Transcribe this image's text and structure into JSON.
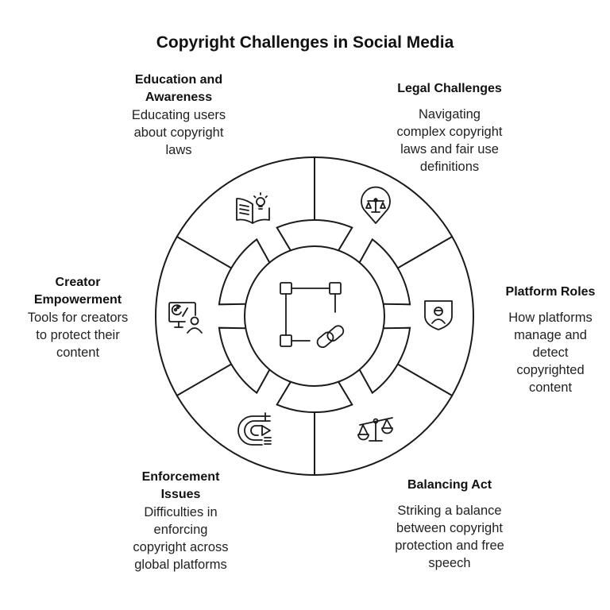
{
  "title": "Copyright Challenges in Social Media",
  "center": {
    "icon": "copyright-link-network-icon"
  },
  "segments": [
    {
      "id": "education",
      "heading_lines": [
        "Education and",
        "Awareness"
      ],
      "description_lines": [
        "Educating users",
        "about copyright",
        "laws"
      ],
      "icon": "book-lightbulb-icon"
    },
    {
      "id": "legal",
      "heading_lines": [
        "Legal Challenges"
      ],
      "description_lines": [
        "Navigating",
        "complex copyright",
        "laws and fair use",
        "definitions"
      ],
      "icon": "scales-location-pin-icon"
    },
    {
      "id": "platform",
      "heading_lines": [
        "Platform Roles"
      ],
      "description_lines": [
        "How platforms",
        "manage and",
        "detect",
        "copyrighted",
        "content"
      ],
      "icon": "shield-user-icon"
    },
    {
      "id": "balancing",
      "heading_lines": [
        "Balancing Act"
      ],
      "description_lines": [
        "Striking a balance",
        "between copyright",
        "protection and free",
        "speech"
      ],
      "icon": "tilted-scales-icon"
    },
    {
      "id": "enforcement",
      "heading_lines": [
        "Enforcement",
        "Issues"
      ],
      "description_lines": [
        "Difficulties in",
        "enforcing",
        "copyright across",
        "global platforms"
      ],
      "icon": "media-track-play-icon"
    },
    {
      "id": "creator",
      "heading_lines": [
        "Creator",
        "Empowerment"
      ],
      "description_lines": [
        "Tools for creators",
        "to protect their",
        "content"
      ],
      "icon": "monitor-palette-user-icon"
    }
  ],
  "colors": {
    "stroke": "#1a1a1a",
    "background": "#ffffff",
    "text": "#111111"
  }
}
